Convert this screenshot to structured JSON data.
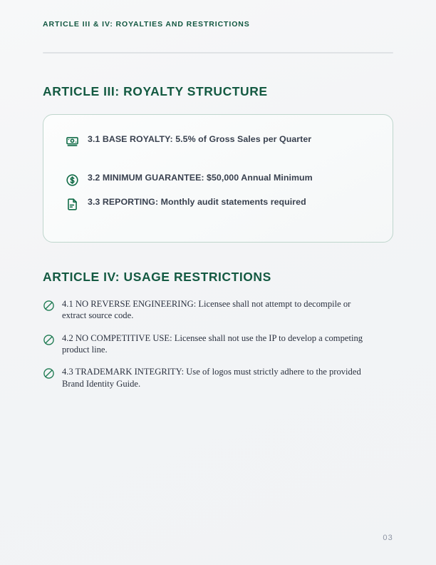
{
  "document": {
    "running_header": "ARTICLE III & IV: ROYALTIES AND RESTRICTIONS",
    "page_number": "03"
  },
  "colors": {
    "heading_green": "#145a42",
    "icon_green": "#0f6b46",
    "ban_green": "#1d7a51",
    "body_navy": "#39414f",
    "serif_body": "#2b3240",
    "page_background": "#f3f4f6",
    "card_border": "#bfd6cd",
    "rule": "#dfe2e5",
    "page_number": "#8d94a3"
  },
  "article_three": {
    "title": "ARTICLE III: ROYALTY STRUCTURE",
    "items": [
      {
        "icon": "banknote-icon",
        "text": "3.1 BASE ROYALTY: 5.5% of Gross Sales per Quarter"
      },
      {
        "icon": "dollar-coin-icon",
        "text": "3.2 MINIMUM GUARANTEE: $50,000 Annual Minimum"
      },
      {
        "icon": "file-text-icon",
        "text": "3.3 REPORTING: Monthly audit statements required"
      }
    ]
  },
  "article_four": {
    "title": "ARTICLE IV: USAGE RESTRICTIONS",
    "items": [
      {
        "icon": "prohibition-icon",
        "text": "4.1 NO REVERSE ENGINEERING: Licensee shall not attempt to decompile or extract source code."
      },
      {
        "icon": "prohibition-icon",
        "text": "4.2 NO COMPETITIVE USE: Licensee shall not use the IP to develop a competing product line."
      },
      {
        "icon": "prohibition-icon",
        "text": "4.3 TRADEMARK INTEGRITY: Use of logos must strictly adhere to the provided Brand Identity Guide."
      }
    ]
  }
}
